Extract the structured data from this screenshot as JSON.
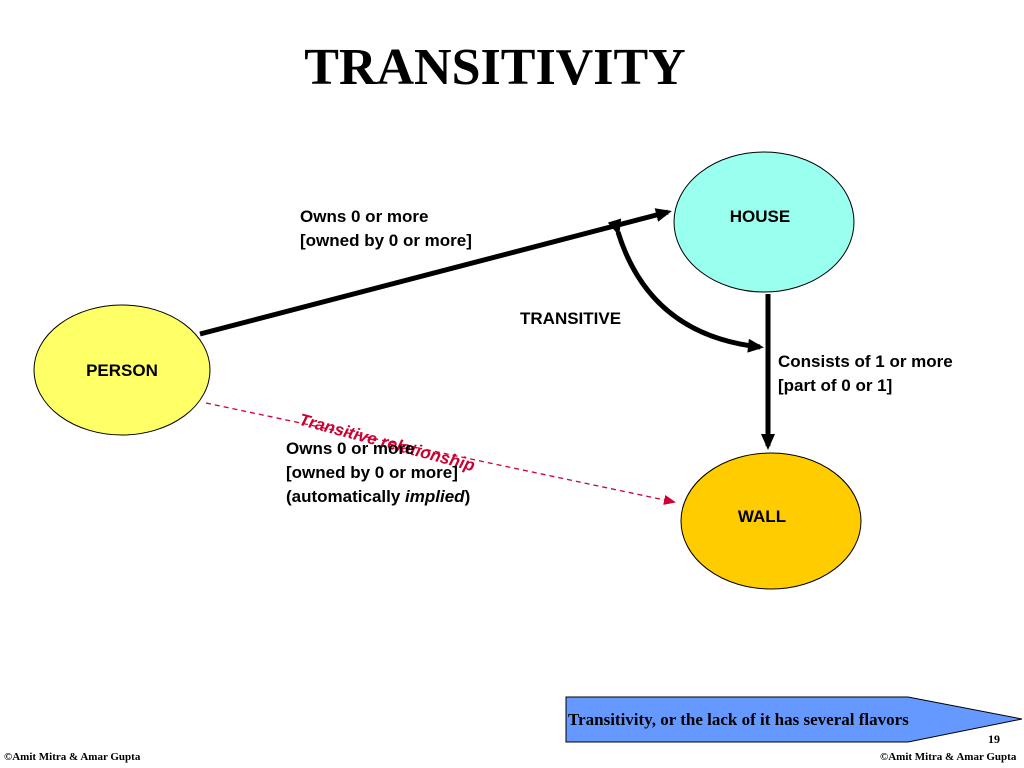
{
  "slide": {
    "title": "TRANSITIVITY",
    "page_number": "19",
    "copyright_left": "©Amit Mitra & Amar Gupta",
    "copyright_right": "©Amit Mitra & Amar Gupta"
  },
  "nodes": {
    "person": {
      "label": "PERSON",
      "fill": "#ffff66"
    },
    "house": {
      "label": "HOUSE",
      "fill": "#99ffee"
    },
    "wall": {
      "label": "WALL",
      "fill": "#ffcc00"
    }
  },
  "relations": {
    "person_house": {
      "line1": "Owns 0 or more",
      "line2": "[owned by 0 or more]"
    },
    "house_wall": {
      "line1": "Consists of 1 or more",
      "line2": "[part of 0 or 1]"
    },
    "transitive_curve_label": "TRANSITIVE",
    "implied": {
      "tag": "Transitive relationship",
      "tag_color": "#cc0033",
      "line1": "Owns 0 or more",
      "line2": "[owned by 0 or more]",
      "line3_prefix": "(automatically ",
      "line3_emphasis": "implied",
      "line3_suffix": ")"
    }
  },
  "banner": {
    "text": "Transitivity, or the lack of it has several flavors",
    "fill": "#6699ff"
  }
}
